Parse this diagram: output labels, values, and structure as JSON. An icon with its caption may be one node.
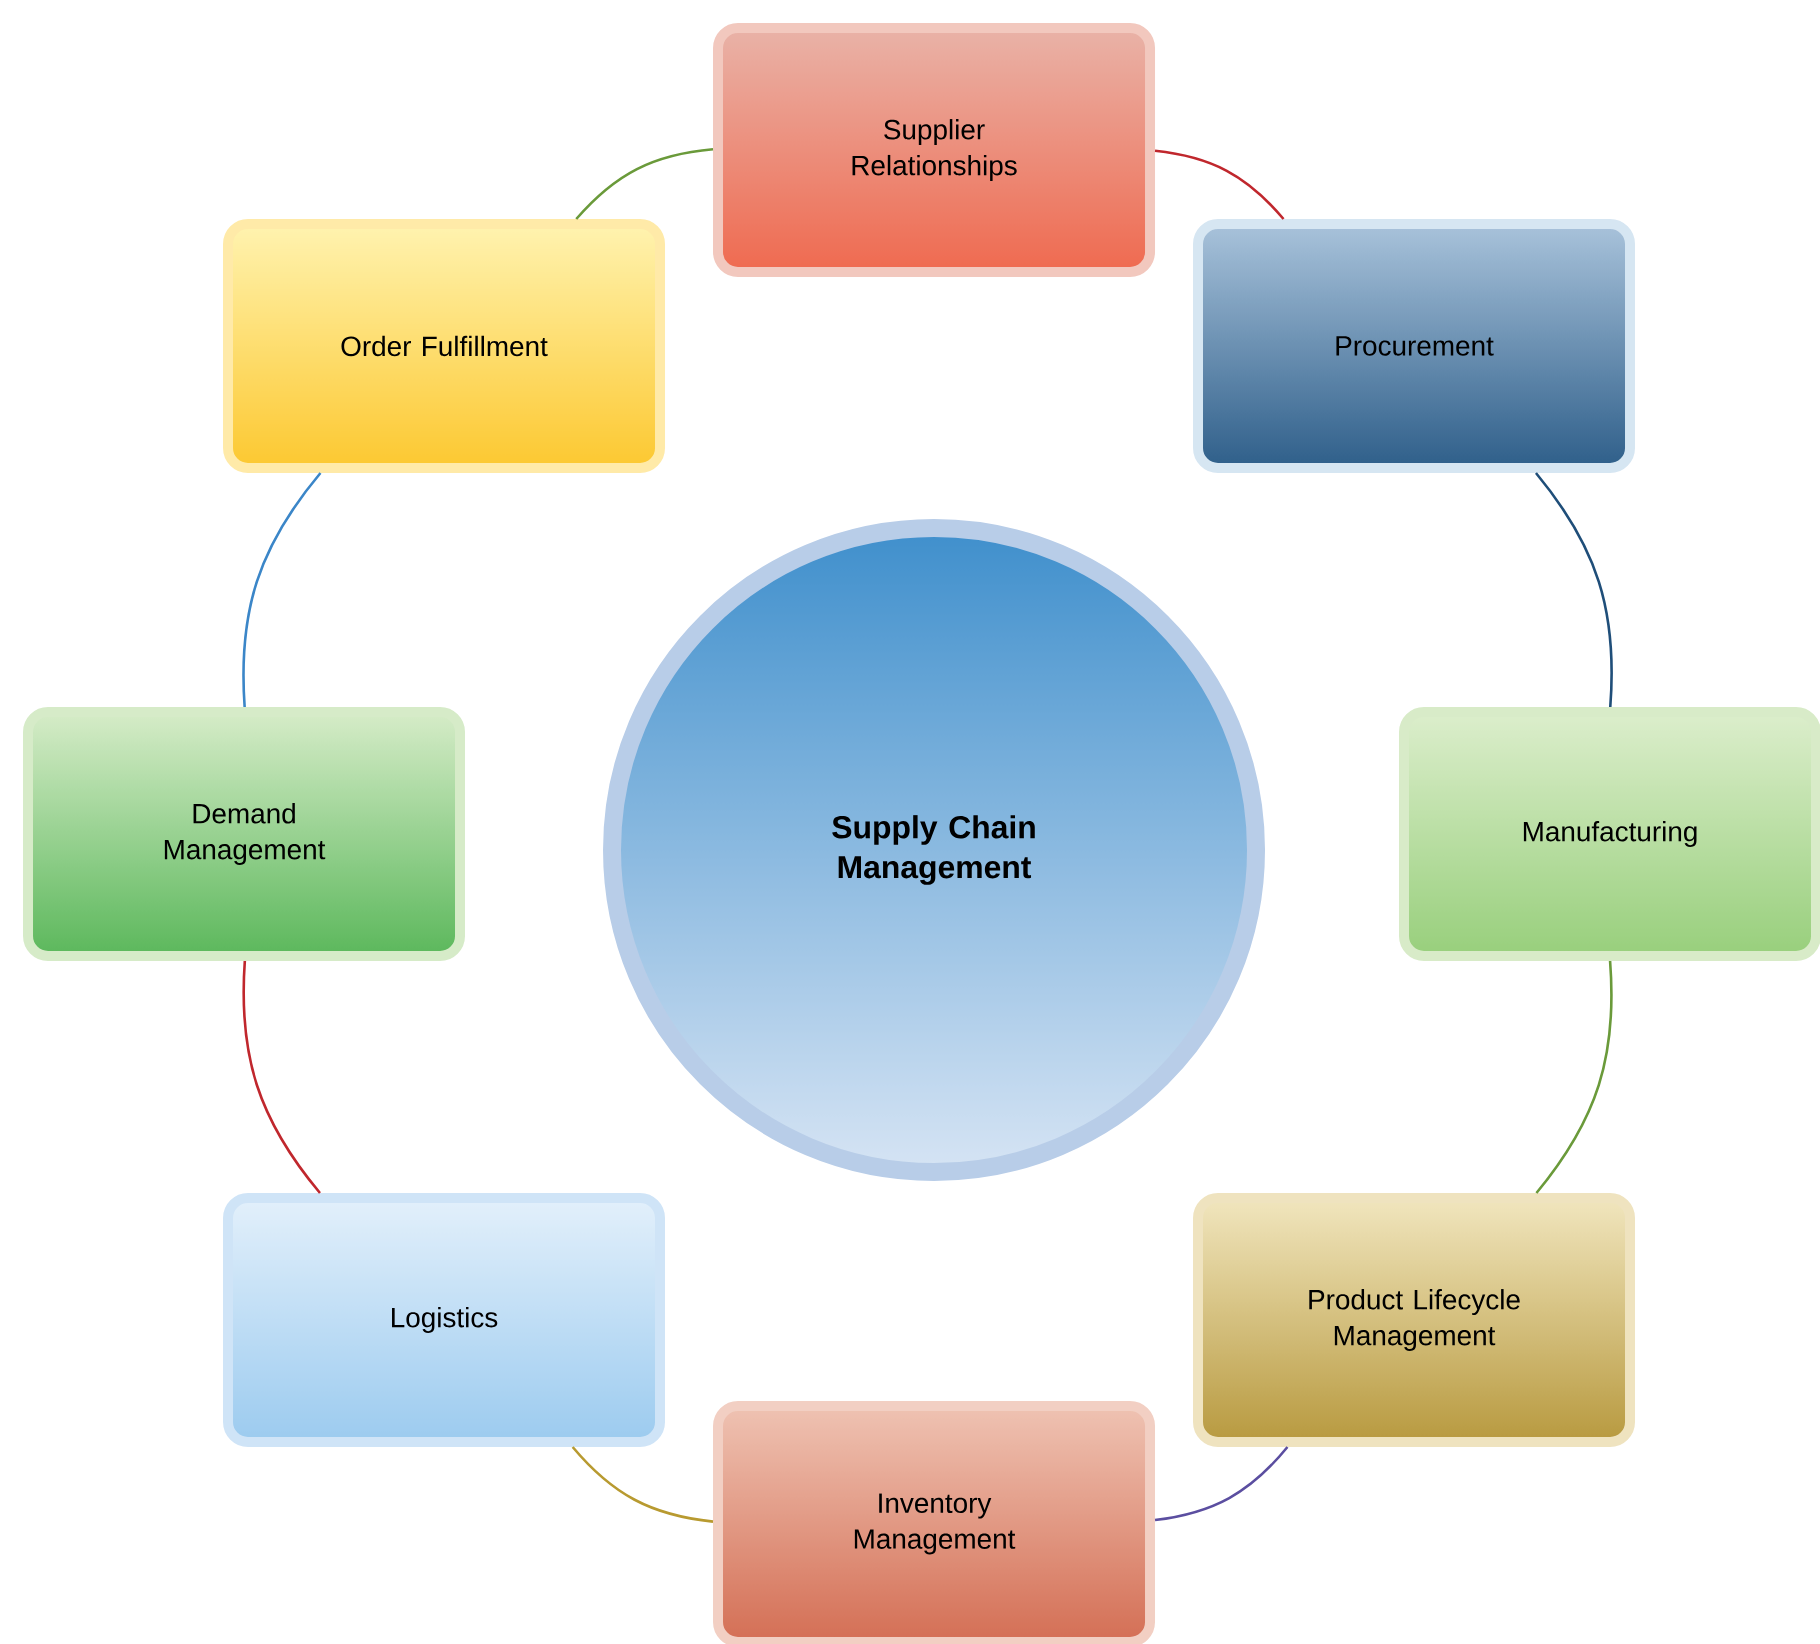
{
  "diagram": {
    "nodes": [
      {
        "text": [
          "Supply Chain Management"
        ]
      },
      {
        "text": [
          "Supplier Relationships"
        ]
      },
      {
        "text": [
          "Procurement"
        ]
      },
      {
        "text": [
          "Manufacturing"
        ]
      },
      {
        "text": [
          "Product Lifecycle Management"
        ]
      },
      {
        "text": [
          "Inventory Management"
        ]
      },
      {
        "text": [
          "Logistics"
        ]
      },
      {
        "text": [
          "Demand Management"
        ]
      },
      {
        "text": [
          "Order Fulfillment"
        ]
      }
    ],
    "edges": [
      {
        "from": 1,
        "to": 2,
        "arrow": "none",
        "color": "#c0272d"
      },
      {
        "from": 2,
        "to": 3,
        "arrow": "none",
        "color": "#1f4e79"
      },
      {
        "from": 3,
        "to": 4,
        "arrow": "none",
        "color": "#6a9a3a"
      },
      {
        "from": 4,
        "to": 5,
        "arrow": "none",
        "color": "#5b4ea0"
      },
      {
        "from": 5,
        "to": 6,
        "arrow": "none",
        "color": "#b89a30"
      },
      {
        "from": 6,
        "to": 7,
        "arrow": "none",
        "color": "#c0272d"
      },
      {
        "from": 7,
        "to": 8,
        "arrow": "none",
        "color": "#3b86c8"
      },
      {
        "from": 8,
        "to": 1,
        "arrow": "none",
        "color": "#6a9a3a"
      }
    ]
  }
}
